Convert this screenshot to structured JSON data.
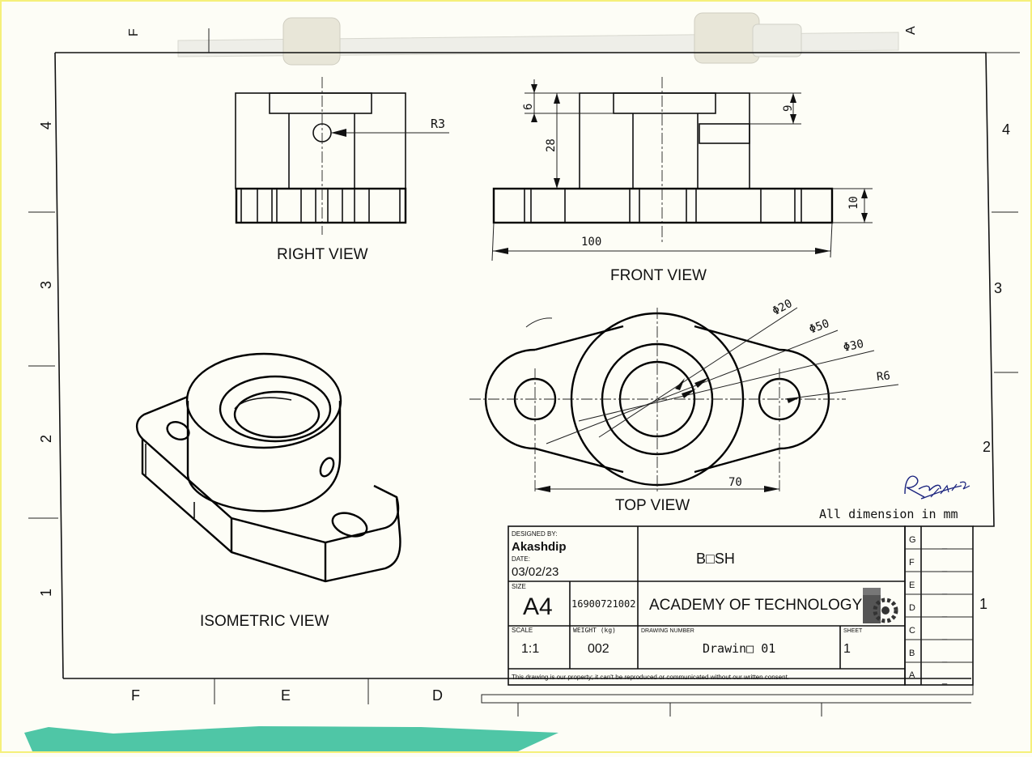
{
  "views": {
    "right": "RIGHT VIEW",
    "front": "FRONT VIEW",
    "top": "TOP VIEW",
    "isometric": "ISOMETRIC VIEW"
  },
  "dimensions": {
    "r3": "R3",
    "d6": "6",
    "d28": "28",
    "d9": "9",
    "d10": "10",
    "d100": "100",
    "phi20": "Φ20",
    "phi50": "Φ50",
    "phi30": "Φ30",
    "r6": "R6",
    "d70": "70"
  },
  "note": "All dimension in mm",
  "zone_letters": {
    "top_f": "F",
    "top_a": "A",
    "bottom_f": "F",
    "bottom_e": "E",
    "bottom_d": "D"
  },
  "zone_numbers": {
    "left": [
      "4",
      "3",
      "2",
      "1"
    ],
    "right": [
      "4",
      "3",
      "2",
      "1"
    ]
  },
  "title_block": {
    "designed_by_label": "DESIGNED BY:",
    "designed_by": "Akashdip",
    "date_label": "DATE:",
    "date": "03/02/23",
    "size_label": "SIZE",
    "size": "A4",
    "roll_no": "16900721002",
    "title": "B□SH",
    "institution": "ACADEMY OF TECHNOLOGY",
    "scale_label": "SCALE",
    "scale": "1:1",
    "weight_label": "WEIGHT (kg)",
    "weight": "002",
    "drawing_number_label": "DRAWING NUMBER",
    "drawing_number": "Drawin□ 01",
    "sheet_label": "SHEET",
    "sheet": "1",
    "disclaimer": "This drawing is our property; it can't be reproduced or communicated without our written consent.",
    "revisions": [
      {
        "letter": "G",
        "value": "_"
      },
      {
        "letter": "F",
        "value": "_"
      },
      {
        "letter": "E",
        "value": "_"
      },
      {
        "letter": "D",
        "value": "_"
      },
      {
        "letter": "C",
        "value": "_"
      },
      {
        "letter": "B",
        "value": "_"
      },
      {
        "letter": "A",
        "value": "_"
      }
    ]
  },
  "colors": {
    "paper": "#fdfdf6",
    "ink": "#111111",
    "teal_tape": "#4fc6a6",
    "clip": "#ecece6",
    "border_yellow": "#f5f07a"
  }
}
